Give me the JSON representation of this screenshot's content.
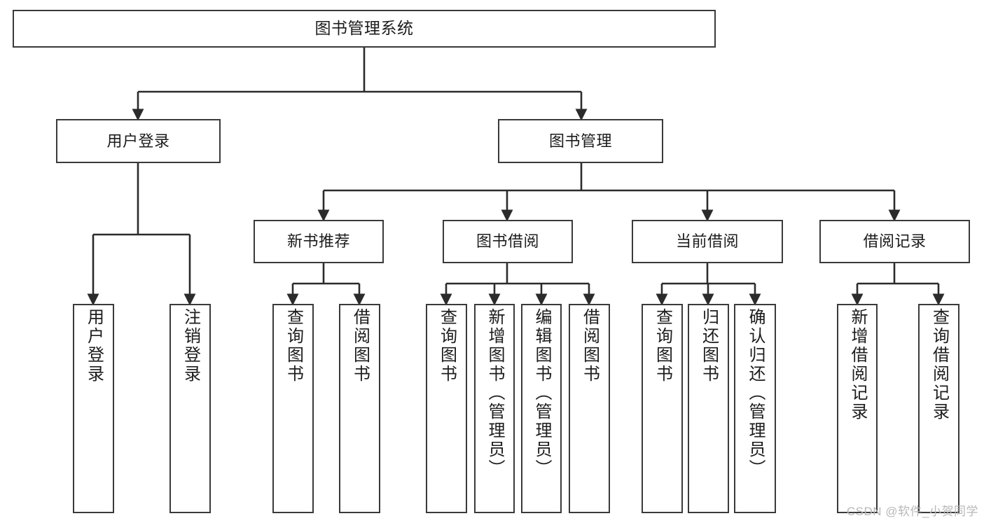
{
  "diagram": {
    "title": "图书管理系统",
    "type": "tree-hierarchy-chart",
    "watermark": "CSDN @软件_小贺同学",
    "colors": {
      "box_border": "#3a3a3a",
      "box_fill": "#ffffff",
      "connector": "#2b2b2b",
      "text": "#1c1c1c",
      "watermark": "#b8b8b8"
    }
  },
  "root": {
    "label": "图书管理系统"
  },
  "level2": [
    {
      "label": "用户登录"
    },
    {
      "label": "图书管理"
    }
  ],
  "level3": [
    {
      "label": "新书推荐"
    },
    {
      "label": "图书借阅"
    },
    {
      "label": "当前借阅"
    },
    {
      "label": "借阅记录"
    }
  ],
  "leaves": {
    "user_login": [
      {
        "label": "用户登录"
      },
      {
        "label": "注销登录"
      }
    ],
    "new_book_recommend": [
      {
        "label": "查询图书"
      },
      {
        "label": "借阅图书"
      }
    ],
    "book_borrow": [
      {
        "label": "查询图书"
      },
      {
        "label": "新增图书（管理员）"
      },
      {
        "label": "编辑图书（管理员）"
      },
      {
        "label": "借阅图书"
      }
    ],
    "current_borrow": [
      {
        "label": "查询图书"
      },
      {
        "label": "归还图书"
      },
      {
        "label": "确认归还（管理员）"
      }
    ],
    "borrow_records": [
      {
        "label": "新增借阅记录"
      },
      {
        "label": "查询借阅记录"
      }
    ]
  }
}
